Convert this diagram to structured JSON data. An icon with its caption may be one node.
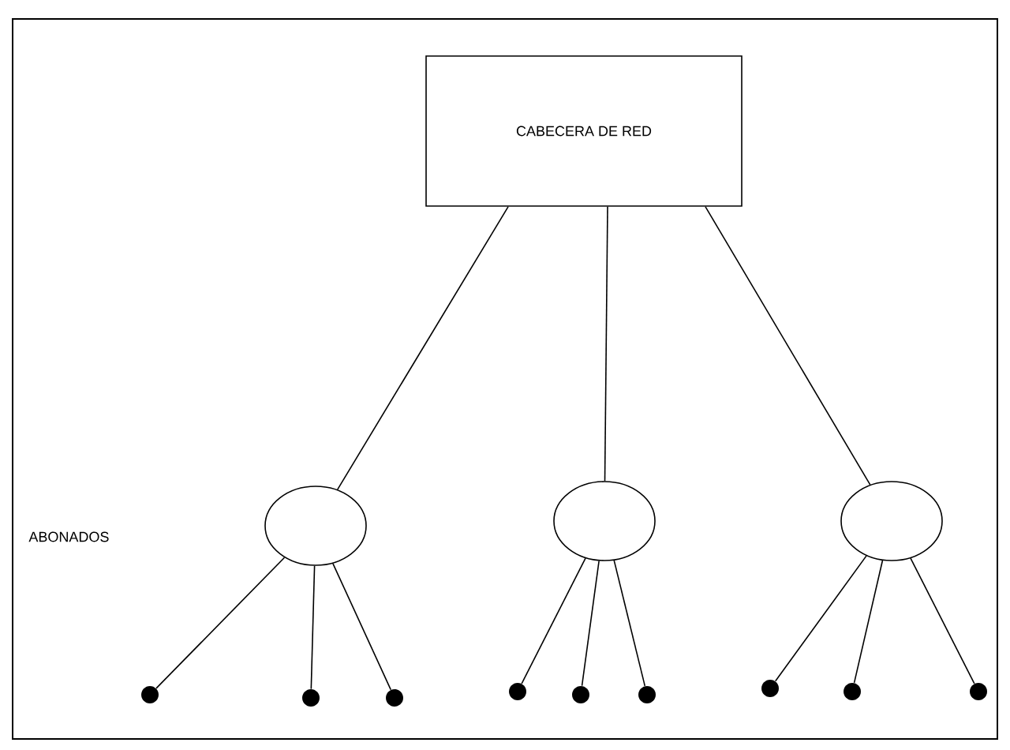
{
  "diagram": {
    "nodes": [
      {
        "text": [
          "CABECERA DE RED"
        ]
      },
      {
        "text": [],
        "shape": "circle"
      },
      {
        "text": [],
        "shape": "circle"
      },
      {
        "text": [],
        "shape": "circle"
      },
      {
        "text": [],
        "shape": "dot"
      },
      {
        "text": [],
        "shape": "dot"
      },
      {
        "text": [],
        "shape": "dot"
      },
      {
        "text": [],
        "shape": "dot"
      },
      {
        "text": [],
        "shape": "dot"
      },
      {
        "text": [],
        "shape": "dot"
      },
      {
        "text": [],
        "shape": "dot"
      },
      {
        "text": [],
        "shape": "dot"
      },
      {
        "text": [],
        "shape": "dot"
      }
    ],
    "edges": [
      {
        "from": 0,
        "to": 1,
        "arrow": "none"
      },
      {
        "from": 0,
        "to": 2,
        "arrow": "none"
      },
      {
        "from": 0,
        "to": 3,
        "arrow": "none"
      },
      {
        "from": 1,
        "to": 4,
        "arrow": "none"
      },
      {
        "from": 1,
        "to": 5,
        "arrow": "none"
      },
      {
        "from": 1,
        "to": 6,
        "arrow": "none"
      },
      {
        "from": 2,
        "to": 7,
        "arrow": "none"
      },
      {
        "from": 2,
        "to": 8,
        "arrow": "none"
      },
      {
        "from": 2,
        "to": 9,
        "arrow": "none"
      },
      {
        "from": 3,
        "to": 10,
        "arrow": "none"
      },
      {
        "from": 3,
        "to": 11,
        "arrow": "none"
      },
      {
        "from": 3,
        "to": 12,
        "arrow": "none"
      }
    ],
    "labels": [
      "ABONADOS"
    ]
  }
}
